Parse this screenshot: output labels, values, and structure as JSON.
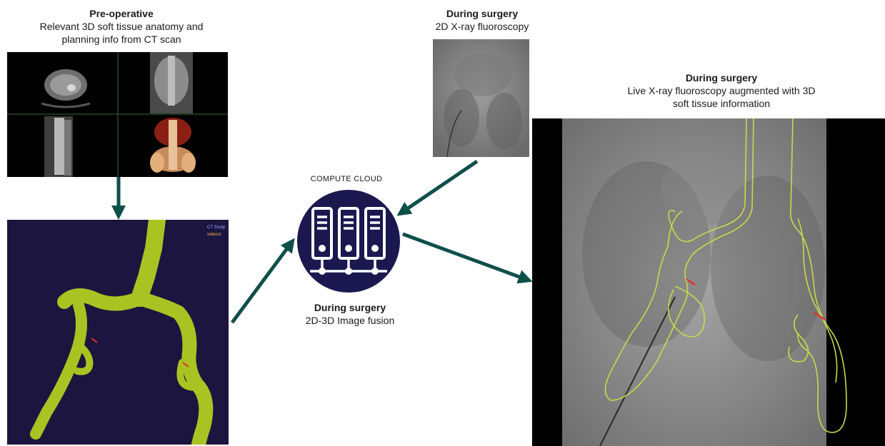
{
  "preop": {
    "title": "Pre-operative",
    "line1": "Relevant 3D soft tissue anatomy and",
    "line2": "planning info from CT scan"
  },
  "xray": {
    "title": "During surgery",
    "line1": "2D X-ray fluoroscopy"
  },
  "fused": {
    "title": "During surgery",
    "line1": "Live X-ray fluoroscopy augmented with 3D",
    "line2": "soft tissue information"
  },
  "cloud": {
    "label": "COMPUTE CLOUD",
    "title": "During surgery",
    "line1": "2D-3D Image fusion",
    "icon": "server-rack-icon"
  },
  "vessel_viewer": {
    "overlay1": "CT Study",
    "overlay2": "videoor"
  },
  "colors": {
    "arrow": "#0f4f4a",
    "cloud_circle": "#1b1850",
    "vessel": "#a9c322",
    "vessel_bg": "#1b1540",
    "outline": "#c9d94a",
    "marker": "#e0302a"
  }
}
